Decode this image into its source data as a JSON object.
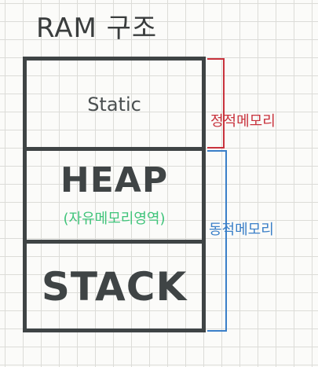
{
  "title": "RAM 구조",
  "blocks": {
    "static": "Static",
    "heap": "HEAP",
    "heap_sub": "(자유메모리영역)",
    "stack": "STACK"
  },
  "brackets": {
    "static_memory": "정적메모리",
    "dynamic_memory": "동적메모리"
  },
  "colors": {
    "box_border": "#3f4445",
    "static_bracket": "#c8323c",
    "dynamic_bracket": "#3a7fc8",
    "heap_sub_text": "#3fc47a"
  }
}
